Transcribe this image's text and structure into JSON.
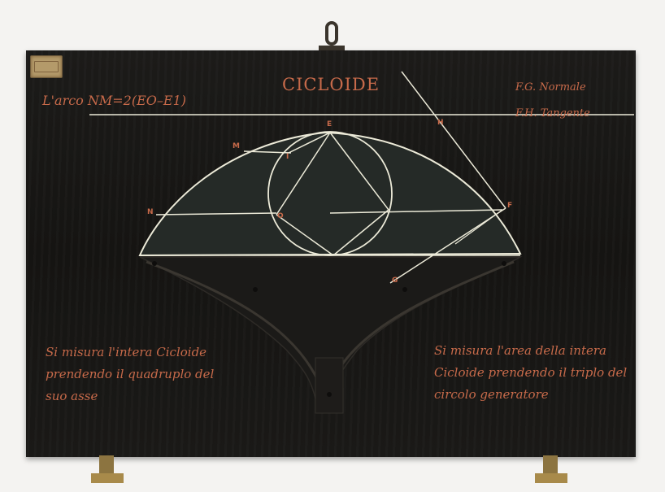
{
  "board": {
    "title": "CICLOIDE",
    "formula": "L'arco NM=2(EO–E1)",
    "legend": [
      "F.G. Normale",
      "F.H. Tangente"
    ],
    "note_left": "Si misura l'intera Cicloide prendendo il quadruplo del suo asse",
    "note_right": "Si misura l'area della intera Cicloide prendendo il triplo del circolo generatore"
  },
  "points": {
    "E": "E",
    "M": "M",
    "I": "I",
    "N": "N",
    "O": "O",
    "F": "F",
    "H": "H",
    "G": "G"
  },
  "colors": {
    "board": "#161513",
    "chalk": "#ecead8",
    "lettering": "#c76a4a",
    "background": "#f4f3f1"
  }
}
